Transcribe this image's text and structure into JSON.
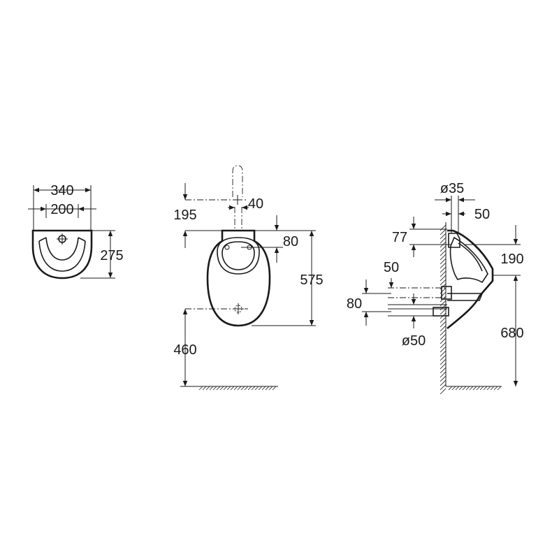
{
  "colors": {
    "line": "#1a1a1a",
    "background": "#ffffff"
  },
  "views": {
    "top": {
      "width_outer": "340",
      "width_inner": "200",
      "depth": "275"
    },
    "front": {
      "inlet_height": "195",
      "inlet_offset": "40",
      "rim_offset": "80",
      "height": "575",
      "outlet_height": "460"
    },
    "side": {
      "inlet_diameter": "ø35",
      "wall_offset": "50",
      "inlet_depth": "77",
      "top_to_axis": "190",
      "outlet_offset": "50",
      "outlet_spacing": "80",
      "outlet_diameter": "ø50",
      "rim_height": "680"
    }
  }
}
